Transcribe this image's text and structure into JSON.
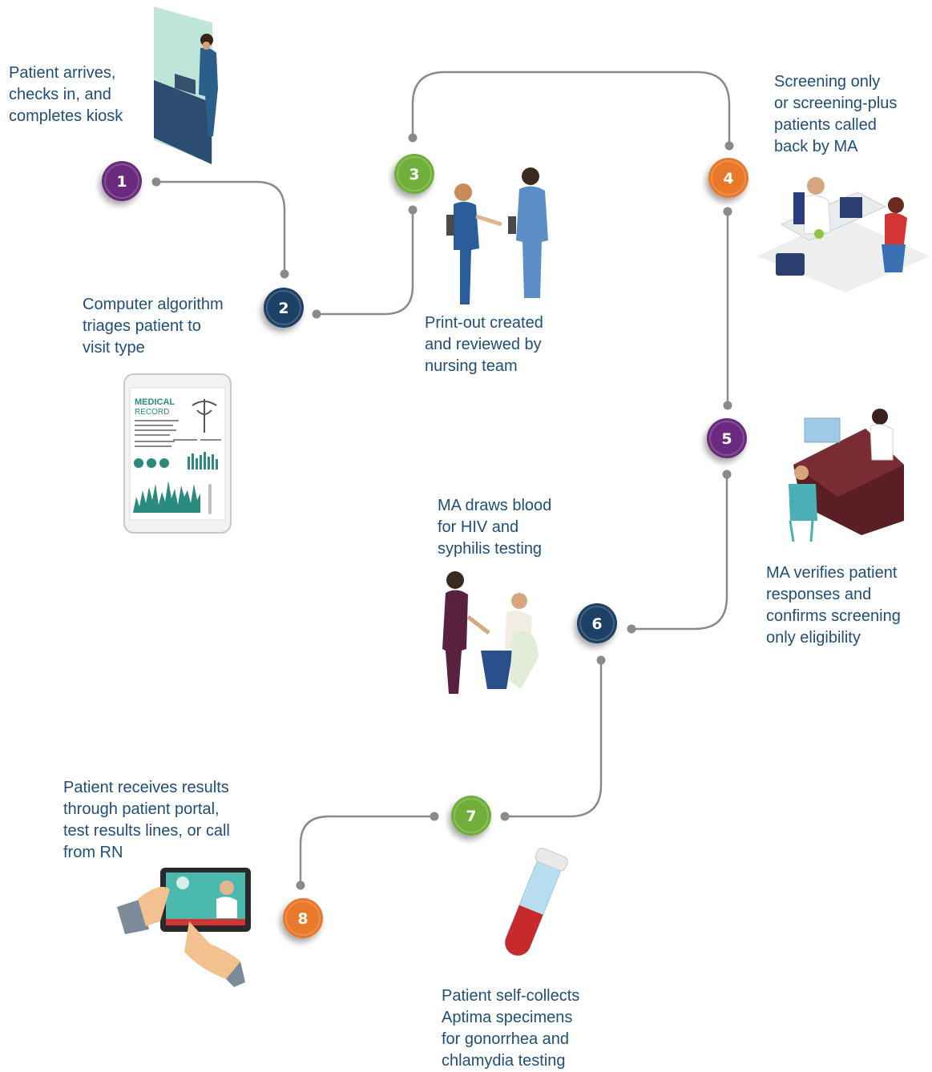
{
  "steps": [
    {
      "number": "1",
      "color": "#6a2a7e",
      "lines": [
        "Patient arrives,",
        "checks in, and",
        "completes kiosk"
      ]
    },
    {
      "number": "2",
      "color": "#1d3f66",
      "lines": [
        "Computer algorithm",
        "triages patient to",
        "visit type"
      ]
    },
    {
      "number": "3",
      "color": "#6faf3a",
      "lines": [
        "Print-out created",
        "and reviewed by",
        "nursing team"
      ]
    },
    {
      "number": "4",
      "color": "#e8782a",
      "lines": [
        "Screening only",
        "or screening-plus",
        "patients called",
        "back by MA"
      ]
    },
    {
      "number": "5",
      "color": "#6a2a7e",
      "lines": [
        "MA verifies patient",
        "responses and",
        "confirms screening",
        "only eligibility"
      ]
    },
    {
      "number": "6",
      "color": "#1d3f66",
      "lines": [
        "MA draws blood",
        "for HIV and",
        "syphilis testing"
      ]
    },
    {
      "number": "7",
      "color": "#6faf3a",
      "lines": [
        "Patient self-collects",
        "Aptima specimens",
        "for gonorrhea and",
        "chlamydia testing"
      ]
    },
    {
      "number": "8",
      "color": "#e8782a",
      "lines": [
        "Patient receives results",
        "through patient portal,",
        "test results lines, or call",
        "from RN"
      ]
    }
  ],
  "illustrations": {
    "tablet_title": "MEDICAL",
    "tablet_subtitle": "RECORD"
  },
  "colors": {
    "connector": "#8a8a8a",
    "text": "#1f4e79",
    "teal": "#2b8a7e"
  }
}
